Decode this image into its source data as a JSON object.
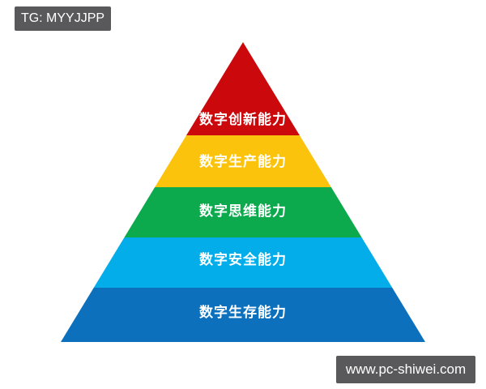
{
  "background": "#ffffff",
  "watermark_top": {
    "text": "TG: MYYJJPP",
    "bg": "#59595b",
    "color": "#ffffff"
  },
  "watermark_bottom": {
    "text": "www.pc-shiwei.com",
    "bg": "#59595b",
    "color": "#ffffff"
  },
  "pyramid": {
    "type": "pyramid",
    "levels_top_to_bottom": 5,
    "label_color": "#ffffff",
    "layers": [
      {
        "label": "数字创新能力",
        "color": "#cb090c"
      },
      {
        "label": "数字生产能力",
        "color": "#fcc30d"
      },
      {
        "label": "数字思维能力",
        "color": "#0caa4d"
      },
      {
        "label": "数字安全能力",
        "color": "#02ade9"
      },
      {
        "label": "数字生存能力",
        "color": "#0d70bd"
      }
    ]
  }
}
